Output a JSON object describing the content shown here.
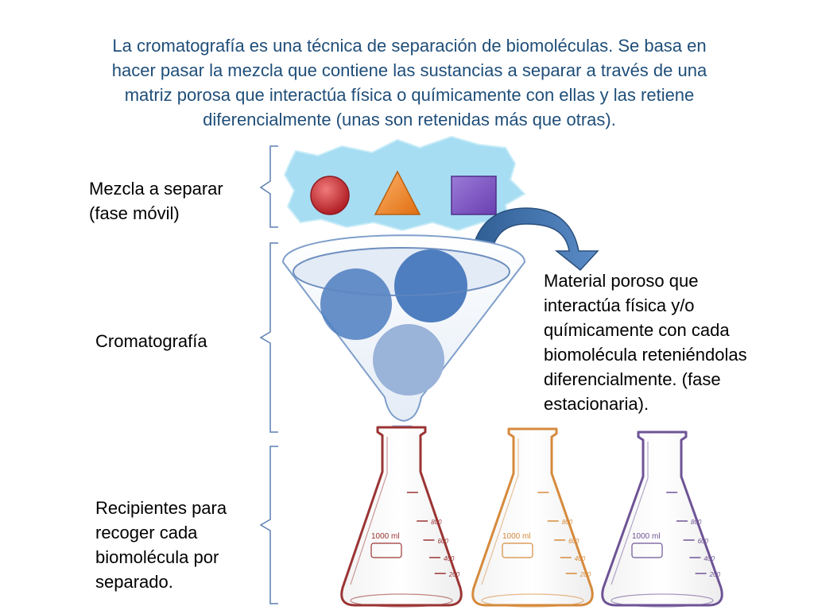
{
  "intro_lines": [
    "La cromatografía es una técnica de separación de biomoléculas. Se basa en",
    "hacer pasar la mezcla que contiene las sustancias a separar a través de una",
    "matriz porosa que interactúa física o químicamente con ellas y las retiene",
    "diferencialmente (unas son retenidas más que otras)."
  ],
  "labels": {
    "mixture": [
      "Mezcla a separar",
      "(fase móvil)"
    ],
    "chromatography": [
      "Cromatografía"
    ],
    "recipients": [
      "Recipientes para",
      "recoger cada",
      "biomolécula por",
      "separado."
    ],
    "material": [
      "Material poroso que",
      "interactúa física y/o",
      "químicamente con cada",
      "biomolécula reteniéndolas",
      "diferencialmente. (fase",
      "estacionaria)."
    ]
  },
  "flasks": [
    {
      "volume_label": "1000 ml",
      "marks": [
        "800",
        "600",
        "400",
        "200"
      ],
      "color": "#9B3434"
    },
    {
      "volume_label": "1000 ml",
      "marks": [
        "800",
        "600",
        "400",
        "200"
      ],
      "color": "#D68A3C"
    },
    {
      "volume_label": "1000 ml",
      "marks": [
        "800",
        "600",
        "400",
        "200"
      ],
      "color": "#6E5496"
    }
  ],
  "colors": {
    "text_blue": "#1F4E79",
    "cloud": "#A6DDF3",
    "circle_red": "#C0272D",
    "triangle_orange": "#F08A24",
    "square_purple": "#7E57C2",
    "funnel_ball": "#4E7EBF",
    "arrow_blue": "#3D6FA8",
    "bracket": "#5B7FB3"
  },
  "icons": [
    "red-circle-icon",
    "orange-triangle-icon",
    "purple-square-icon",
    "curved-arrow-icon"
  ]
}
